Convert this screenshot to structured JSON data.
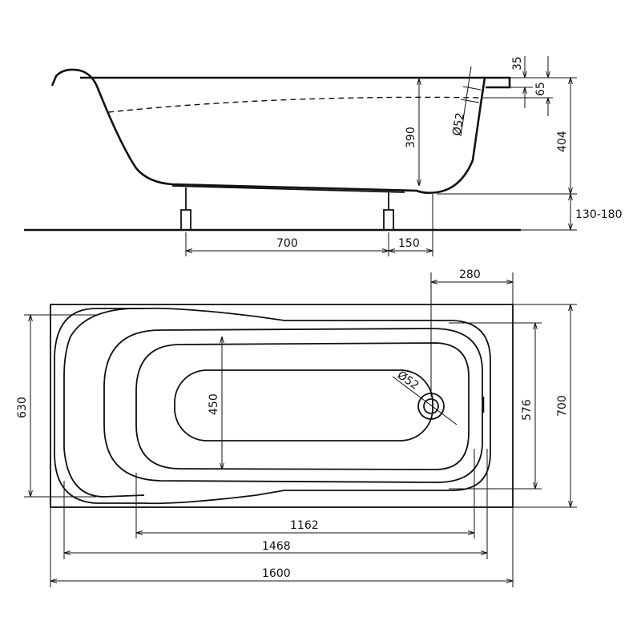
{
  "side_view": {
    "dim_length_700": "700",
    "dim_150": "150",
    "dim_depth_390": "390",
    "dim_height_404": "404",
    "dim_legs_130_180": "130-180",
    "dim_35": "35",
    "dim_65": "65",
    "dim_overflow_d52": "Ø52"
  },
  "plan_view": {
    "dim_280": "280",
    "dim_630": "630",
    "dim_450": "450",
    "dim_576": "576",
    "dim_700": "700",
    "dim_1162": "1162",
    "dim_1468": "1468",
    "dim_1600": "1600",
    "dim_overflow_d52": "Ø52"
  }
}
